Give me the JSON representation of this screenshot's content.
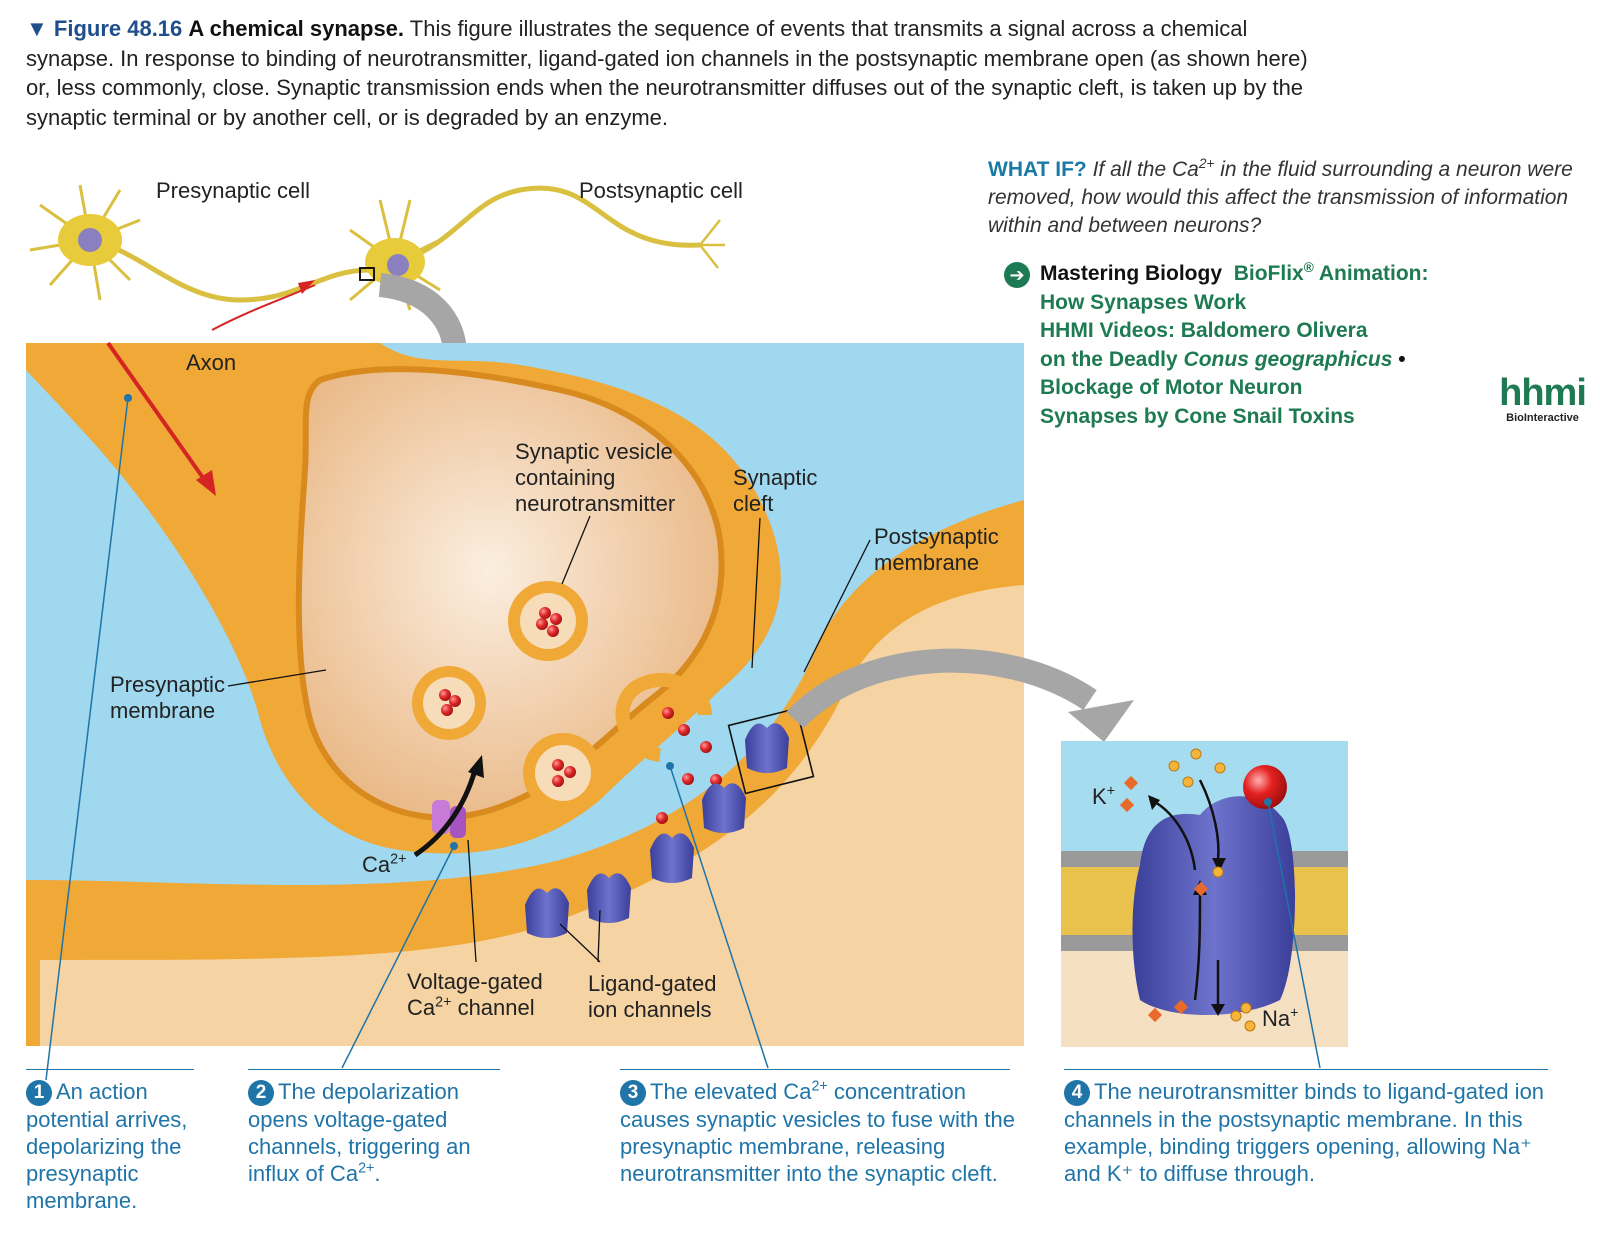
{
  "caption": {
    "fig_num": "▼ Figure 48.16",
    "fig_title": "A chemical synapse.",
    "text": "This figure illustrates the sequence of events that transmits a signal across a chemical synapse. In response to binding of neurotransmitter, ligand-gated ion channels in the postsynaptic membrane open (as shown here) or, less commonly, close. Synaptic transmission ends when the neurotransmitter diffuses out of the synaptic cleft, is taken up by the synaptic terminal or by another cell, or is degraded by an enzyme."
  },
  "what_if": {
    "lead": "WHAT IF?",
    "q1": "If all the Ca",
    "q1sup": "2+",
    "q2": "in the fluid surrounding a neuron were removed, how would this affect the transmission of information within and between neurons?"
  },
  "mastering": {
    "brand": "Mastering Biology",
    "bioflix": "BioFlix",
    "reg": "®",
    "animation": "Animation:",
    "line2": "How Synapses Work",
    "line3": "HHMI Videos: Baldomero Olivera",
    "line4a": "on the Deadly",
    "line4b": "Conus geographicus",
    "line5": "Blockage of Motor Neuron",
    "line6": "Synapses by Cone Snail Toxins"
  },
  "hhmi": {
    "big": "hhmi",
    "small": "BioInteractive"
  },
  "labels": {
    "presynaptic_cell": "Presynaptic cell",
    "postsynaptic_cell": "Postsynaptic cell",
    "axon": "Axon",
    "vesicle": "Synaptic vesicle containing neurotransmitter",
    "cleft": "Synaptic cleft",
    "post_membrane": "Postsynaptic membrane",
    "pre_membrane": "Presynaptic membrane",
    "ca": "Ca",
    "ca_sup": "2+",
    "vg_line1": "Voltage-gated",
    "vg_ca": "Ca",
    "vg_sup": "2+",
    "vg_rest": "channel",
    "lg_line1": "Ligand-gated",
    "lg_line2": "ion channels",
    "k": "K",
    "k_sup": "+",
    "na": "Na",
    "na_sup": "+"
  },
  "steps": [
    {
      "num": "1",
      "text": "An action potential arrives, depolarizing the presynaptic membrane."
    },
    {
      "num": "2",
      "text_a": "The depolarization opens voltage-gated channels, triggering an influx of Ca",
      "sup": "2+",
      "text_b": "."
    },
    {
      "num": "3",
      "text_a": "The elevated Ca",
      "sup": "2+",
      "text_b": "concentration causes synaptic vesicles to fuse with the presynaptic membrane, releasing neurotransmitter into the synaptic cleft."
    },
    {
      "num": "4",
      "text": "The neurotransmitter binds to ligand-gated ion channels in the postsynaptic membrane. In this example, binding triggers opening, allowing Na⁺ and K⁺ to diffuse through."
    }
  ],
  "colors": {
    "neuron": "#f0a836",
    "neuron_dark": "#d98a1e",
    "fluid": "#9fd8ef",
    "cytoplasm": "#f3cfa0",
    "protein": "#5a5fb8",
    "vg_channel": "#c77ad6",
    "transmitter": "#e02a2a",
    "step_blue": "#1f74a8",
    "title_blue": "#1f4e8c",
    "green": "#1e7a52"
  }
}
